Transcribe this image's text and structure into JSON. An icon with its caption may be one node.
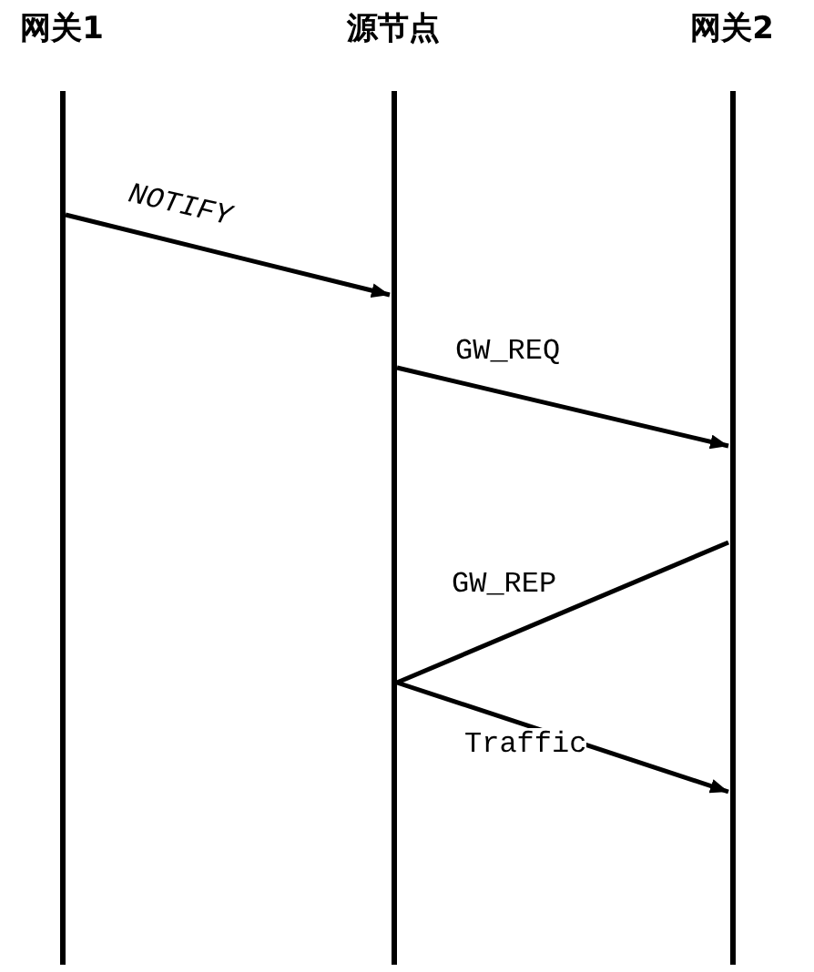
{
  "diagram": {
    "nodes": [
      {
        "text": [
          "网关1"
        ]
      },
      {
        "text": [
          "源节点"
        ]
      },
      {
        "text": [
          "网关2"
        ]
      }
    ],
    "edges": [
      {
        "from": 0,
        "to": 1,
        "arrow": "to",
        "label": "NOTIFY"
      },
      {
        "from": 1,
        "to": 2,
        "arrow": "to",
        "label": "GW_REQ"
      },
      {
        "from": 2,
        "to": 1,
        "arrow": "none",
        "label": "GW_REP"
      },
      {
        "from": 1,
        "to": 2,
        "arrow": "to",
        "label": "Traffic"
      }
    ]
  }
}
